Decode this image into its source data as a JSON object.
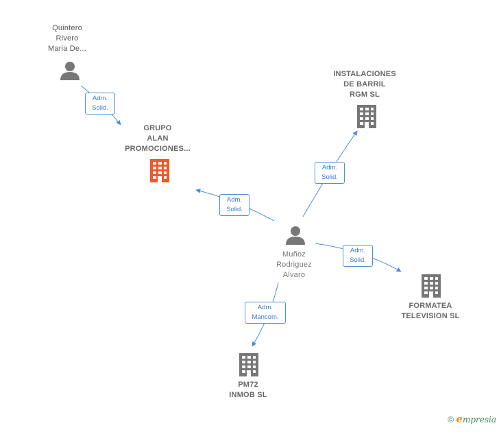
{
  "nodes": {
    "quintero": {
      "label": "Quintero\nRivero\nMaria De...",
      "icon": "person-icon"
    },
    "grupo_alan": {
      "label": "GRUPO\nALAN\nPROMOCIONES...",
      "icon": "building-icon",
      "color": "#f0592a"
    },
    "instalaciones": {
      "label": "INSTALACIONES\nDE BARRIL\nRGM SL",
      "icon": "building-icon",
      "color": "#777777"
    },
    "munoz": {
      "label": "Muñoz\nRodriguez\nAlvaro",
      "icon": "person-icon"
    },
    "formatea": {
      "label": "FORMATEA\nTELEVISION SL",
      "icon": "building-icon",
      "color": "#777777"
    },
    "pm72": {
      "label": "PM72\nINMOB SL",
      "icon": "building-icon",
      "color": "#777777"
    }
  },
  "edges": {
    "quintero_grupo": "Adm.\nSolid.",
    "munoz_grupo": "Adm.\nSolid.",
    "munoz_instalaciones": "Adm.\nSolid.",
    "munoz_formatea": "Adm.\nSolid.",
    "munoz_pm72": "Adm.\nMancom."
  },
  "colors": {
    "edge": "#4a90d9",
    "person": "#777777",
    "highlight": "#f0592a"
  },
  "footer": {
    "copyright": "©",
    "brand_initial": "e",
    "brand_rest": "mpresia"
  }
}
